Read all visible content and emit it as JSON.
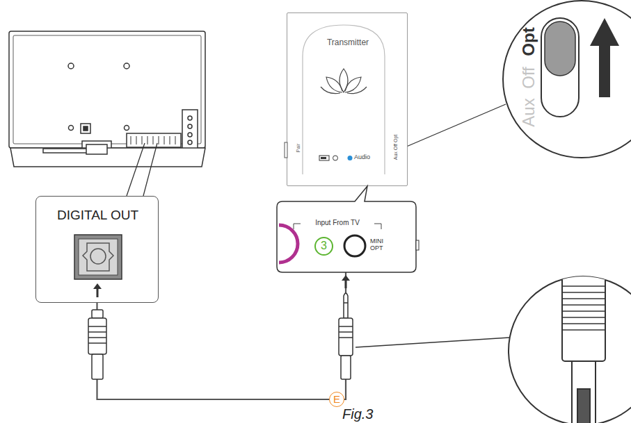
{
  "diagram": {
    "caption": "Fig.3",
    "nodes": [
      {
        "text": [
          "DIGITAL OUT"
        ]
      },
      {
        "text": [
          "Transmitter",
          "Audio"
        ]
      },
      {
        "text": [
          "Input From TV",
          "MINI OPT"
        ]
      },
      {
        "text": [
          "3"
        ],
        "in": 2
      },
      {
        "text": [
          "Opt",
          "Off",
          "Aux"
        ]
      }
    ],
    "edges": [
      {
        "from": 0,
        "to": 2,
        "label": "E",
        "arrow": "none"
      }
    ],
    "labels": [
      "Pair",
      "Aux Off Opt"
    ]
  }
}
